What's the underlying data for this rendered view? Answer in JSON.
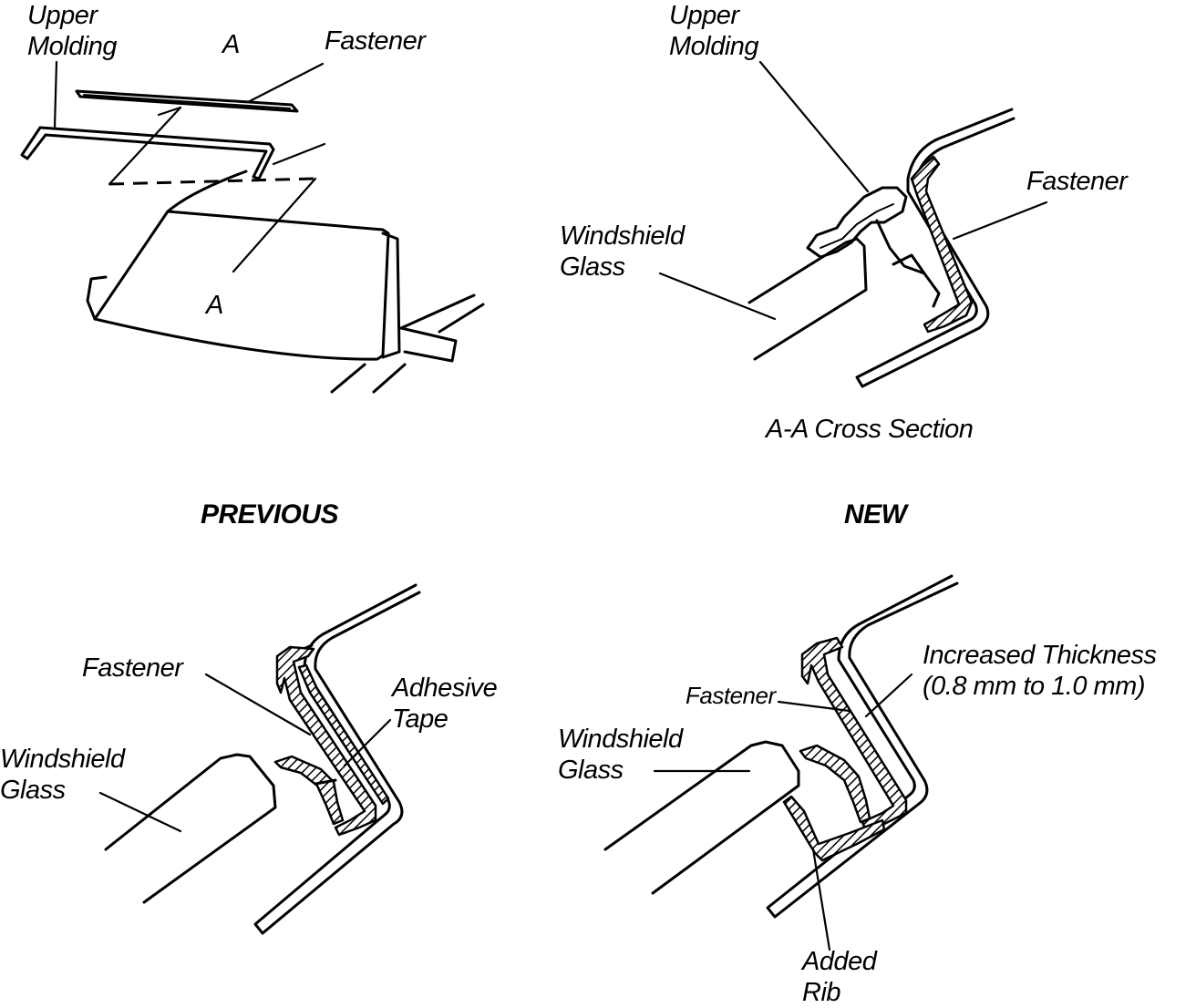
{
  "top_left": {
    "upper_molding": [
      "Upper",
      "Molding"
    ],
    "section_mark_top": "A",
    "fastener": "Fastener",
    "section_mark_bottom": "A"
  },
  "top_right": {
    "upper_molding": [
      "Upper",
      "Molding"
    ],
    "windshield_glass": [
      "Windshield",
      "Glass"
    ],
    "fastener": "Fastener",
    "caption": "A-A Cross Section"
  },
  "headers": {
    "previous": "PREVIOUS",
    "new": "NEW"
  },
  "bottom_left": {
    "fastener": "Fastener",
    "adhesive_tape": [
      "Adhesive",
      "Tape"
    ],
    "windshield_glass": [
      "Windshield",
      "Glass"
    ]
  },
  "bottom_right": {
    "increased_thickness": [
      "Increased Thickness",
      "(0.8 mm to 1.0 mm)"
    ],
    "fastener": "Fastener",
    "windshield_glass": [
      "Windshield",
      "Glass"
    ],
    "added_rib": [
      "Added",
      "Rib"
    ]
  }
}
